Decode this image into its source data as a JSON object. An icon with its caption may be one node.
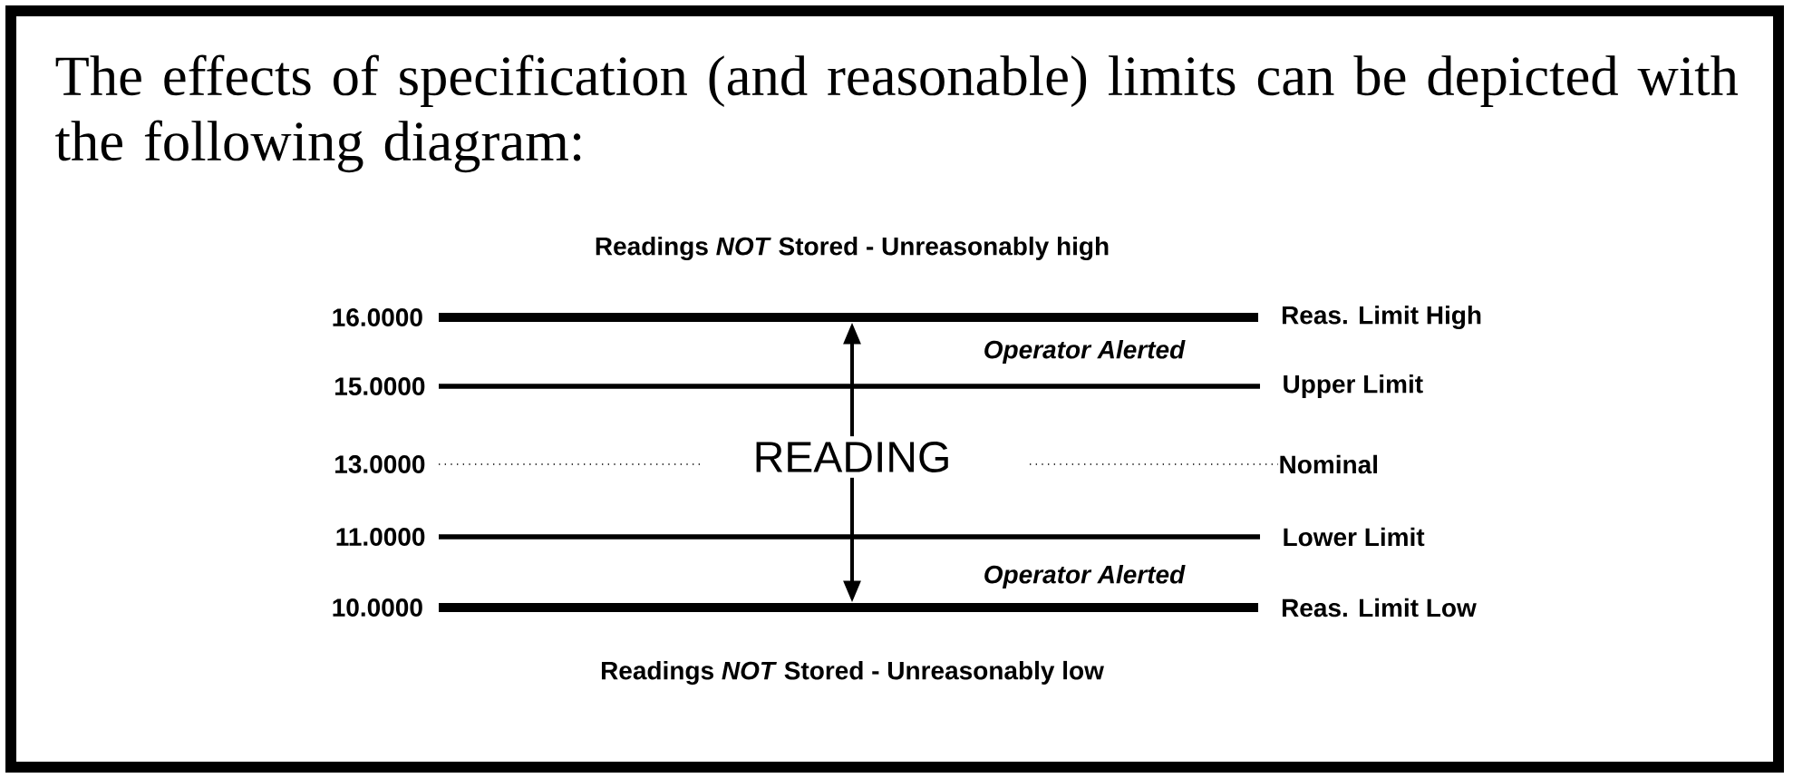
{
  "diagram": {
    "title": "The effects of specification (and reasonable) limits can be depicted with the following diagram:",
    "nodes": [
      {
        "text": [
          "16.0000",
          "Reas. Limit High"
        ]
      },
      {
        "text": [
          "10.0000",
          "Reas. Limit Low"
        ]
      },
      {
        "text": [
          "READING"
        ]
      }
    ],
    "edges": [
      {
        "from": 2,
        "to": 0,
        "arrow": "to"
      },
      {
        "from": 2,
        "to": 1,
        "arrow": "to"
      }
    ],
    "labels": [
      "Readings *NOT* Stored - Unreasonably high",
      "Operator Alerted",
      "15.0000",
      "Upper Limit",
      "13.0000",
      "Nominal",
      "11.0000",
      "Lower Limit",
      "Operator Alerted",
      "Readings *NOT* Stored - Unreasonably low"
    ]
  }
}
